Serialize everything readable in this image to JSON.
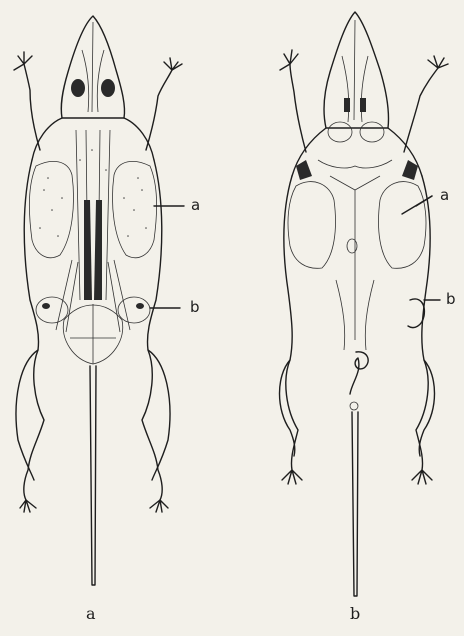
{
  "figure": {
    "panels": [
      {
        "id": "a",
        "caption": "a",
        "callouts": [
          "a",
          "b"
        ]
      },
      {
        "id": "b",
        "caption": "b",
        "callouts": [
          "a",
          "b"
        ]
      }
    ]
  }
}
